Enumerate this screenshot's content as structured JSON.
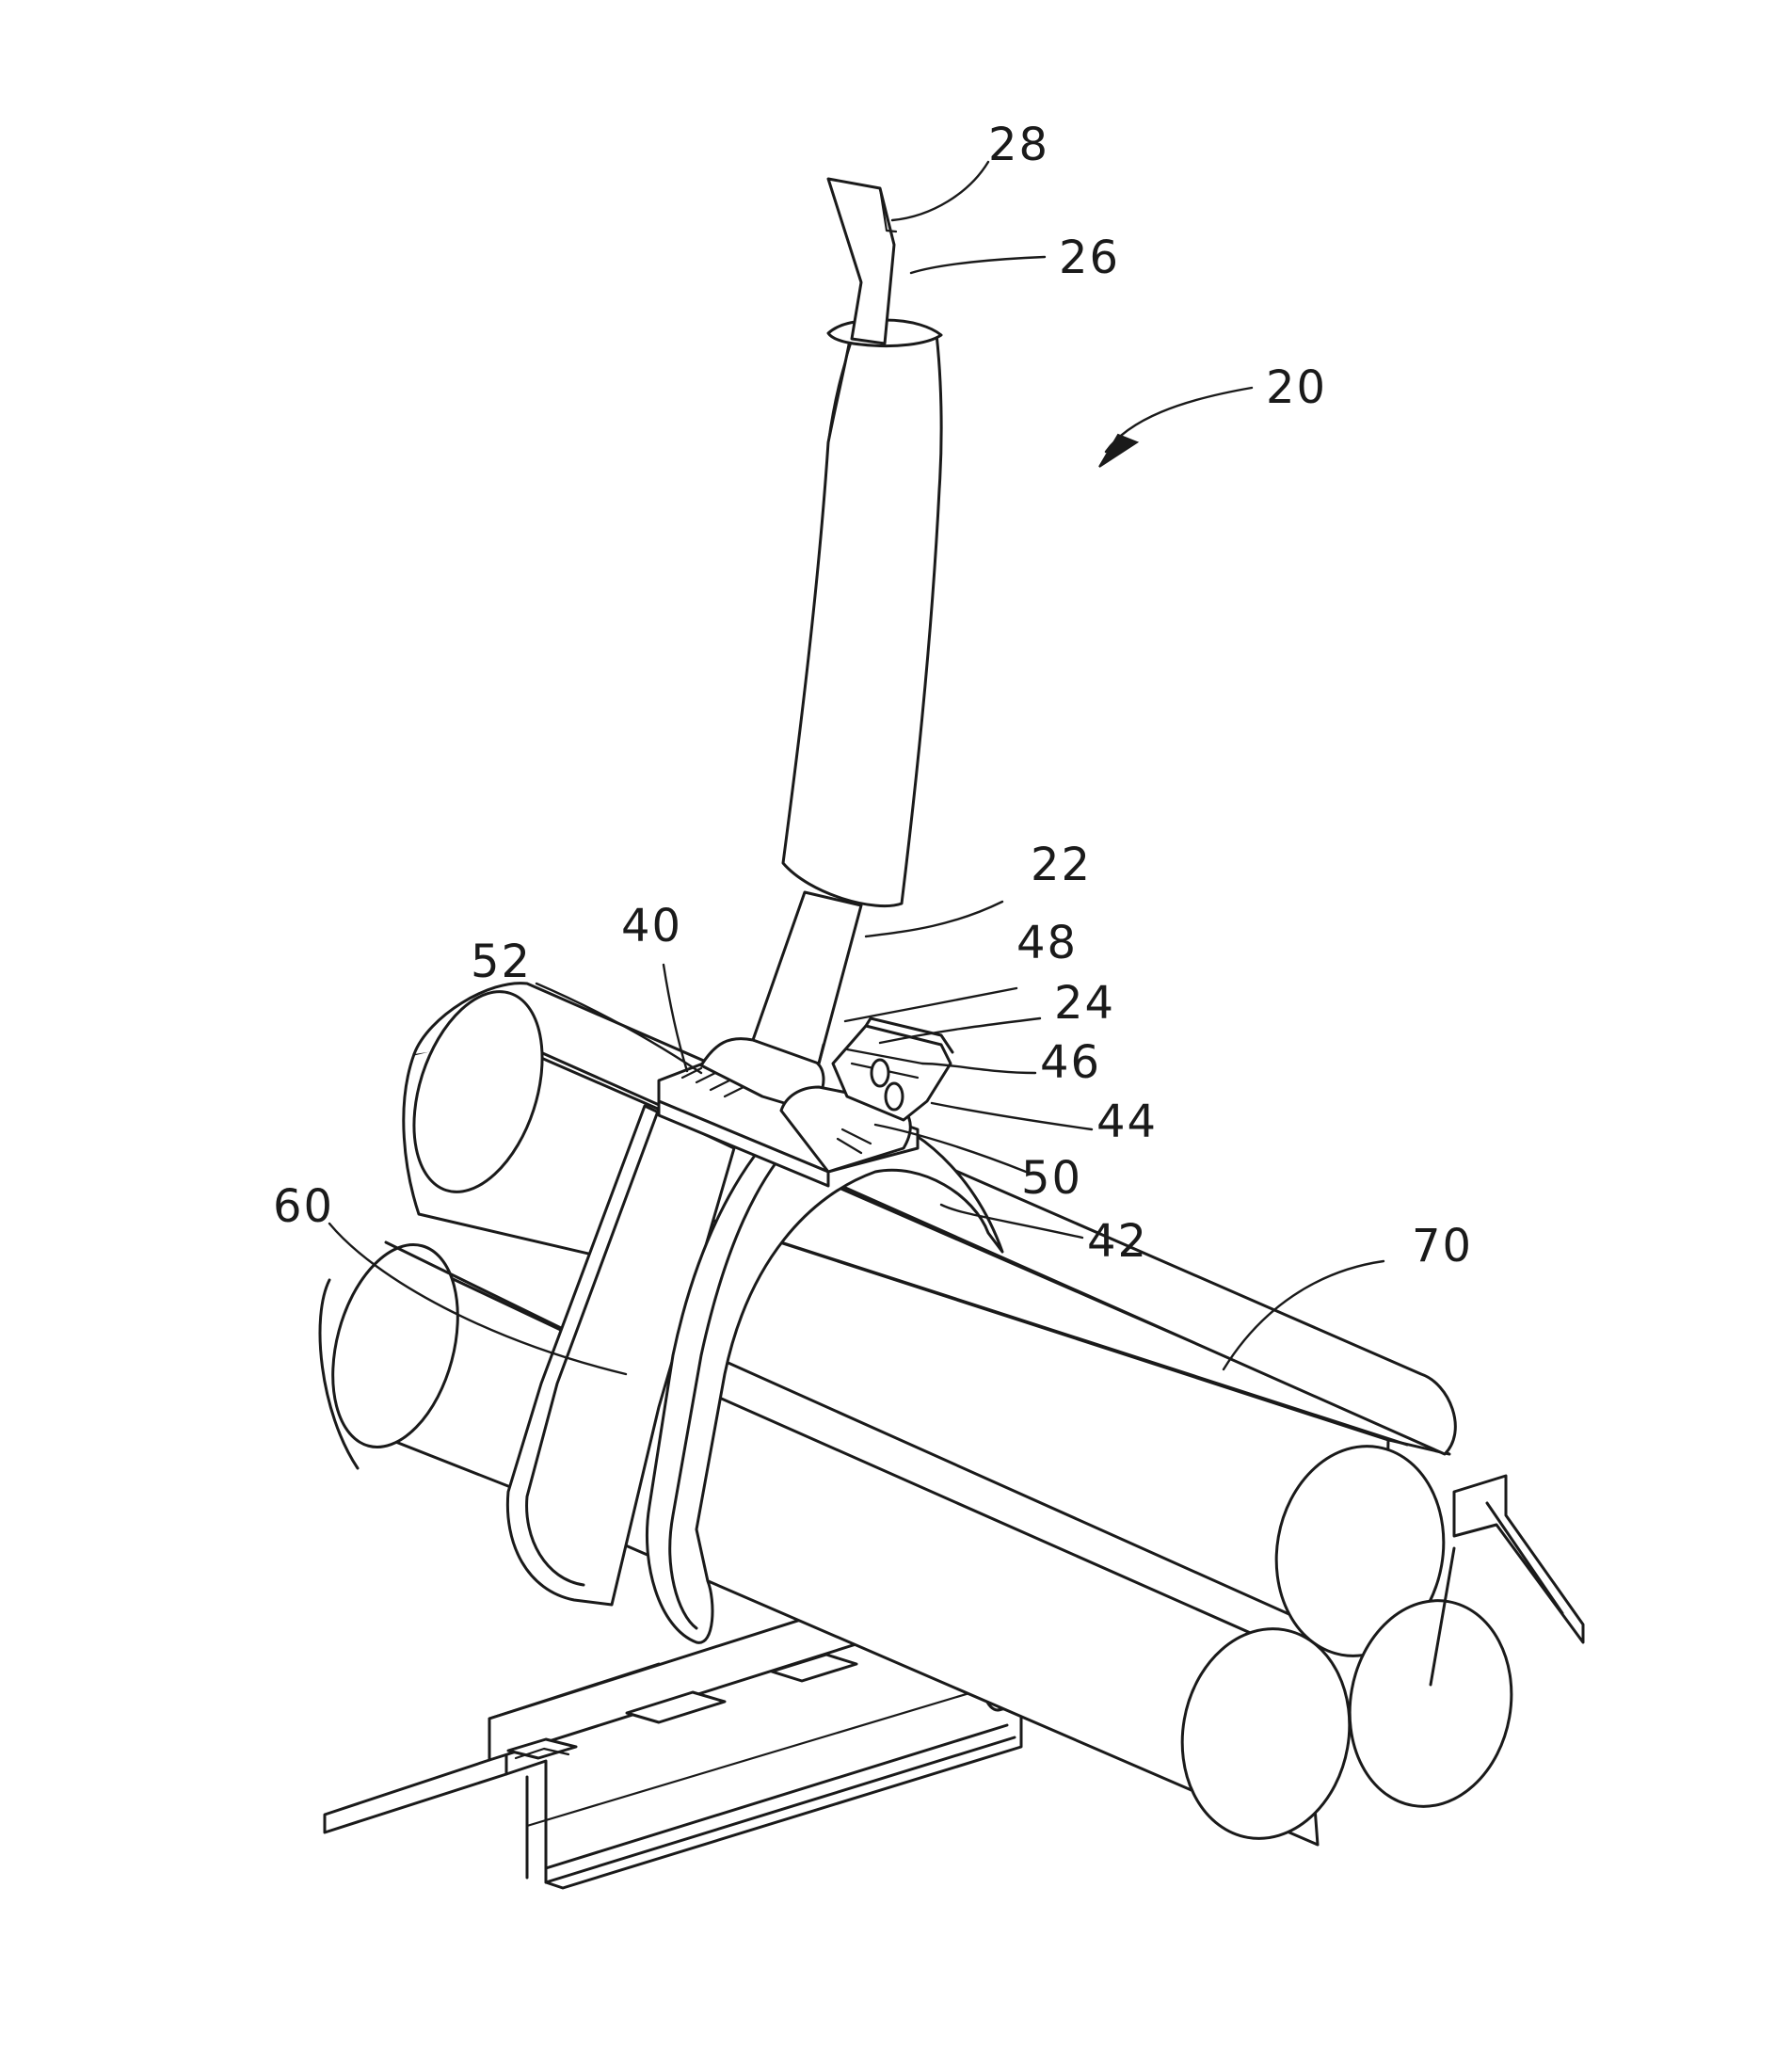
{
  "figure": {
    "reference_numerals": {
      "ref_28": "28",
      "ref_26": "26",
      "ref_20": "20",
      "ref_22": "22",
      "ref_40": "40",
      "ref_52": "52",
      "ref_48": "48",
      "ref_24": "24",
      "ref_46": "46",
      "ref_44": "44",
      "ref_50": "50",
      "ref_42": "42",
      "ref_60": "60",
      "ref_70": "70"
    }
  }
}
